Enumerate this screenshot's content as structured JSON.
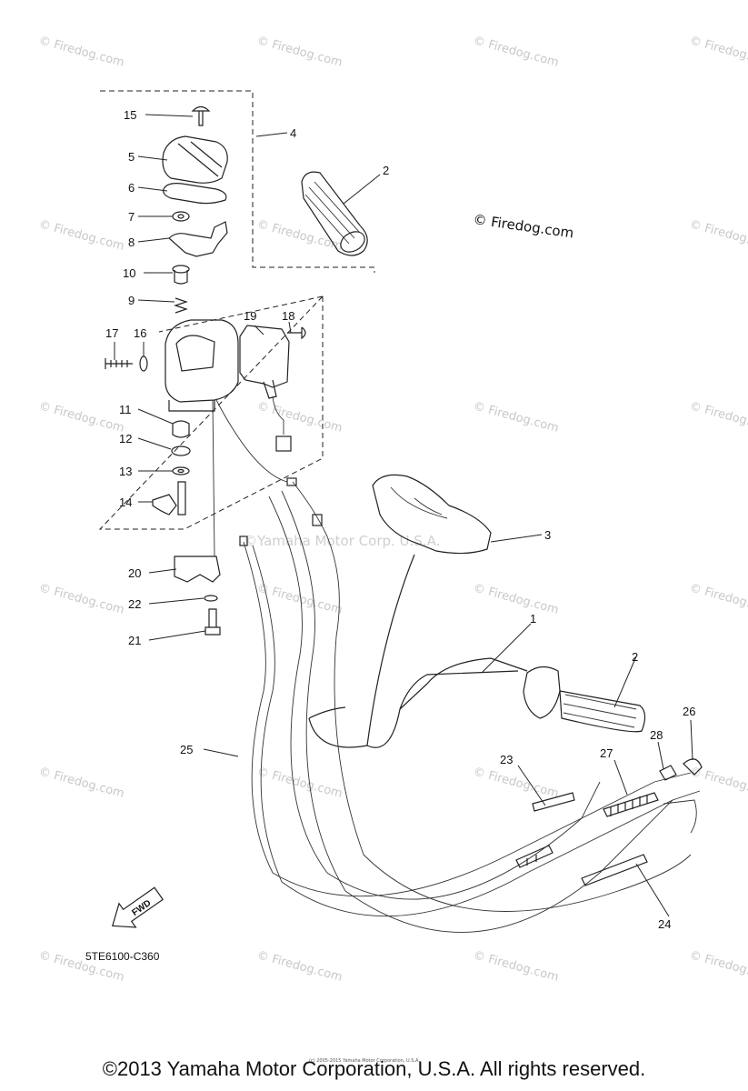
{
  "watermark": {
    "tile_text": "© Firedog.com",
    "center_text": "©Yamaha Motor Corp. U.S.A."
  },
  "logo": {
    "text": "© Firedog.com"
  },
  "callouts": {
    "c1": "1",
    "c2a": "2",
    "c2b": "2",
    "c3": "3",
    "c4": "4",
    "c5": "5",
    "c6": "6",
    "c7": "7",
    "c8": "8",
    "c9": "9",
    "c10": "10",
    "c11": "11",
    "c12": "12",
    "c13": "13",
    "c14": "14",
    "c15": "15",
    "c16": "16",
    "c17": "17",
    "c18": "18",
    "c19": "19",
    "c20": "20",
    "c21": "21",
    "c22": "22",
    "c23": "23",
    "c24": "24",
    "c25": "25",
    "c26": "26",
    "c27": "27",
    "c28": "28"
  },
  "fwd_label": "FWD",
  "diagram_code": "5TE6100-C360",
  "small_copyright": "(c) 2005-2015 Yamaha Motor Corporation, U.S.A.",
  "footer": "©2013 Yamaha Motor Corporation, U.S.A. All rights reserved."
}
